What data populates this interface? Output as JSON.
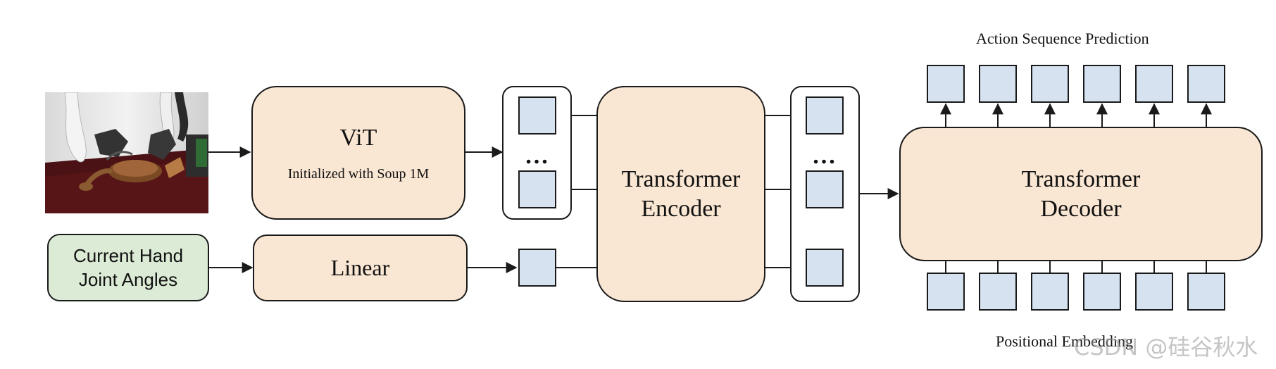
{
  "image": {
    "icon": "robot-hands-scene-photo"
  },
  "vit": {
    "title": "ViT",
    "subtitle": "Initialized with Soup 1M"
  },
  "hand": {
    "line1": "Current Hand",
    "line2": "Joint Angles"
  },
  "linear": {
    "title": "Linear"
  },
  "encoder": {
    "line1": "Transformer",
    "line2": "Encoder"
  },
  "decoder": {
    "line1": "Transformer",
    "line2": "Decoder"
  },
  "dots": "…",
  "top_label": "Action Sequence Prediction",
  "bottom_label": "Positional Embedding",
  "watermark": "CSDN @硅谷秋水",
  "colors": {
    "module": "#f9e6d3",
    "input": "#dcebd6",
    "token": "#d7e2f1",
    "stroke": "#1a1a1a"
  }
}
